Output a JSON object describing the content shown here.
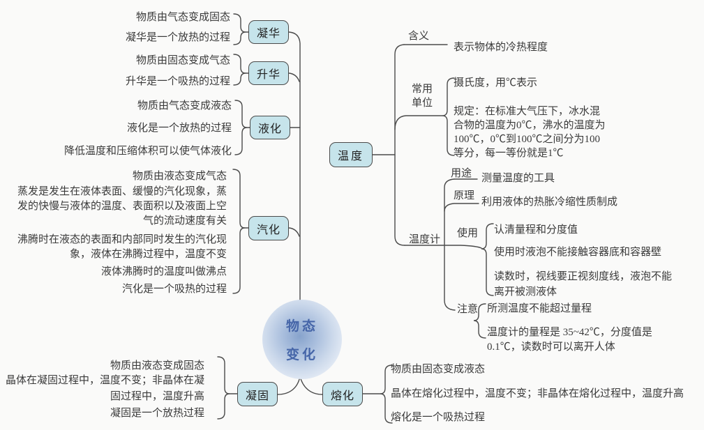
{
  "colors": {
    "node_fill": "#c6e4eb",
    "node_border": "#4a4a4a",
    "line": "#4a4a4a",
    "text": "#3a3a3a",
    "center_text": "#4565a8",
    "bg": "#fafaf9"
  },
  "center": {
    "line1": "物态",
    "line2": "变化"
  },
  "branches": {
    "ninghua": {
      "node": "凝华",
      "items": [
        "物质由气态变成固态",
        "凝华是一个放热的过程"
      ]
    },
    "shenghua": {
      "node": "升华",
      "items": [
        "物质由固态变成气态",
        "升华是一个吸热的过程"
      ]
    },
    "yehua": {
      "node": "液化",
      "items": [
        "物质由气态变成液态",
        "液化是一个放热的过程",
        "降低温度和压缩体积可以使气体液化"
      ]
    },
    "qihua": {
      "node": "汽化",
      "items": [
        "物质由液态变成气态",
        "蒸发是发生在液体表面、缓慢的汽化现象，蒸\n发的快慢与液体的温度、表面积以及液面上空\n气的流动速度有关",
        "沸腾时在液态的表面和内部同时发生的汽化现\n象，液体在沸腾过程中，温度不变",
        "液体沸腾时的温度叫做沸点",
        "汽化是一个吸热的过程"
      ]
    },
    "ninggu": {
      "node": "凝固",
      "items": [
        "物质由液态变成固态",
        "晶体在凝固过程中，温度不变；非晶体在凝\n固过程中，温度升高",
        "凝固是一个放热过程"
      ]
    },
    "ronghua": {
      "node": "熔化",
      "items": [
        "物质由固态变成液态",
        "晶体在熔化过程中，温度不变；非晶体在熔化过程中，温度升高",
        "熔化是一个吸热过程"
      ]
    },
    "wendu": {
      "node": "温度",
      "hanyi": {
        "label": "含义",
        "text": "表示物体的冷热程度"
      },
      "changyong_danwei": {
        "label": "常用\n单位",
        "items": [
          "摄氏度，用℃表示",
          "规定：在标准大气压下，冰水混\n合物的温度为0℃，沸水的温度为\n100℃，0℃到100℃之间分为100\n等分，每一等份就是1℃"
        ]
      },
      "wenduji": {
        "label": "温度计",
        "yongtu": {
          "label": "用途",
          "text": "测量温度的工具"
        },
        "yuanli": {
          "label": "原理",
          "text": "利用液体的热胀冷缩性质制成"
        },
        "shiyong": {
          "label": "使用",
          "items": [
            "认清量程和分度值",
            "使用时液泡不能接触容器底和容器壁",
            "读数时，视线要正视刻度线，液泡不能\n离开被测液体"
          ]
        },
        "zhuyi": {
          "label": "注意",
          "items": [
            "所测温度不能超过量程",
            "温度计的量程是 35~42℃，分度值是\n0.1℃，读数时可以离开人体"
          ]
        }
      }
    }
  }
}
